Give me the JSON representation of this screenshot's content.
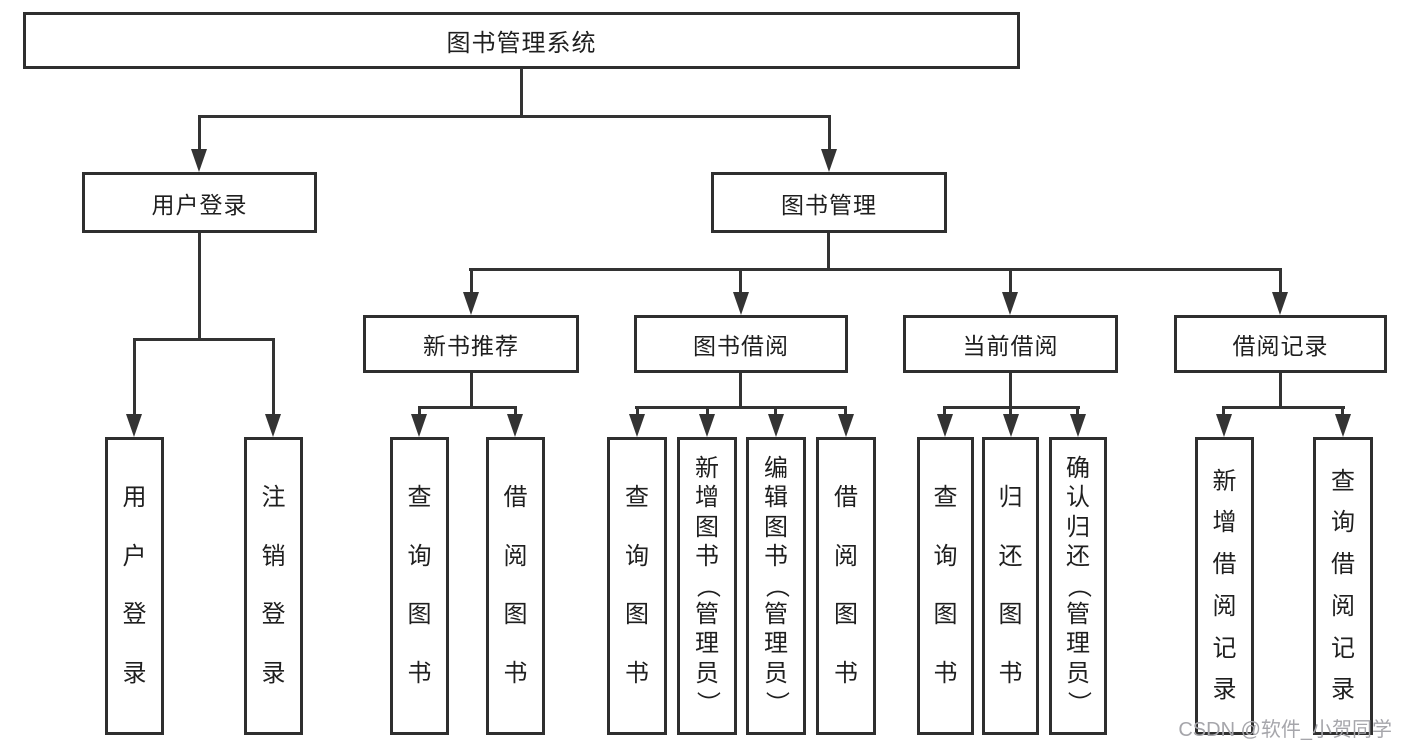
{
  "diagram": {
    "root": {
      "label": "图书管理系统"
    },
    "level2": [
      {
        "label": "用户登录"
      },
      {
        "label": "图书管理"
      }
    ],
    "level3": [
      {
        "label": "新书推荐"
      },
      {
        "label": "图书借阅"
      },
      {
        "label": "当前借阅"
      },
      {
        "label": "借阅记录"
      }
    ],
    "leaves": [
      {
        "label": "用户登录"
      },
      {
        "label": "注销登录"
      },
      {
        "label": "查询图书"
      },
      {
        "label": "借阅图书"
      },
      {
        "label": "查询图书"
      },
      {
        "label": "新增图书（管理员）"
      },
      {
        "label": "编辑图书（管理员）"
      },
      {
        "label": "借阅图书"
      },
      {
        "label": "查询图书"
      },
      {
        "label": "归还图书"
      },
      {
        "label": "确认归还（管理员）"
      },
      {
        "label": "新增借阅记录"
      },
      {
        "label": "查询借阅记录"
      }
    ]
  },
  "watermark": {
    "text": "CSDN @软件_小贺同学"
  },
  "colors": {
    "line": "#333333",
    "box_border": "#2f2f2f",
    "text": "#1f1f1f",
    "watermark": "#a6a6ab",
    "background": "#ffffff"
  }
}
